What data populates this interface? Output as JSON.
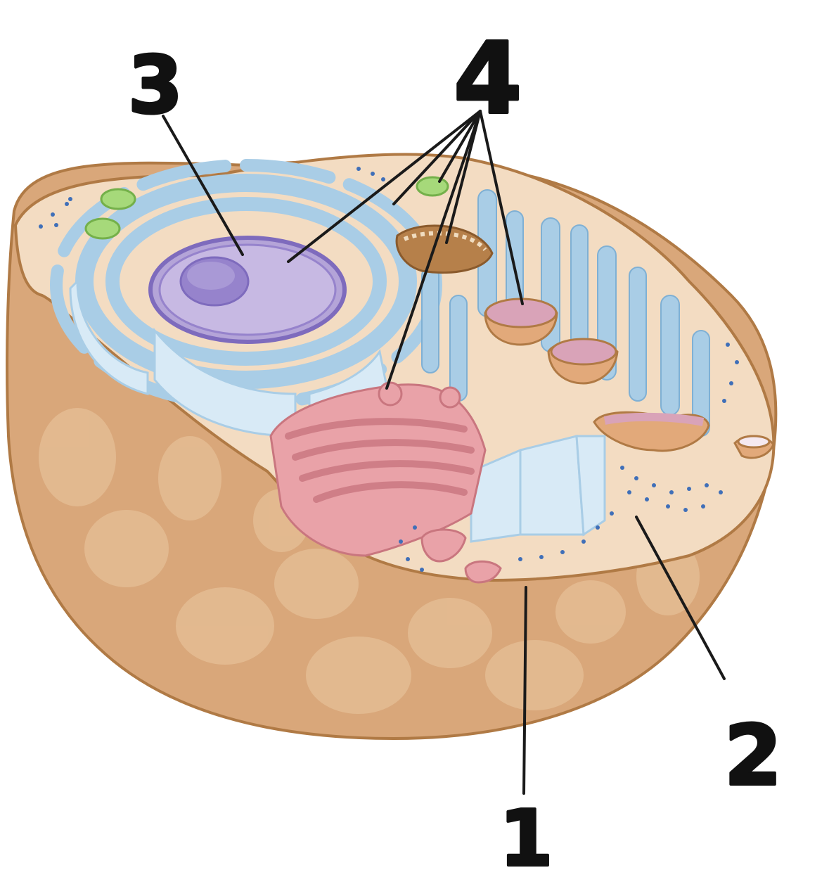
{
  "labels": [
    {
      "id": "label-1",
      "text": "1"
    },
    {
      "id": "label-2",
      "text": "2"
    },
    {
      "id": "label-3",
      "text": "3"
    },
    {
      "id": "label-4",
      "text": "4"
    }
  ],
  "colors": {
    "cell_outer": "#d9a77a",
    "cell_outer_dark": "#c48a5c",
    "cell_outline": "#b07a45",
    "cytoplasm": "#f3dcc2",
    "er": "#a9cde6",
    "er_light": "#d8eaf6",
    "nucleus": "#b4a4d8",
    "nucleus_dark": "#7e6bbd",
    "golgi": "#e9a2a8",
    "golgi_dark": "#c9767f",
    "mitochondrion": "#b6804a",
    "chloroplast_green": "#a6d97a",
    "ribosome_dot": "#3f6fb8",
    "leader_line": "#1a1a1a"
  }
}
